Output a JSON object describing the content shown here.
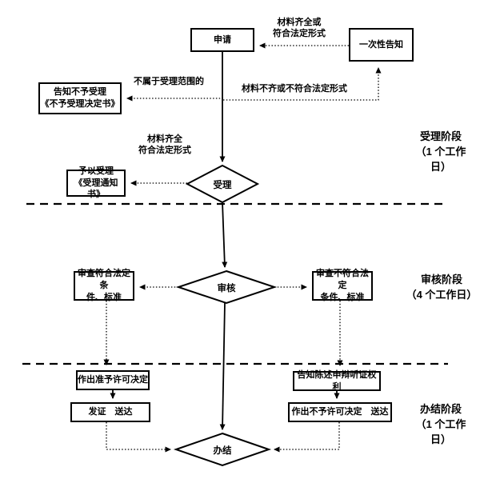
{
  "flowchart": {
    "nodes": {
      "apply": "申请",
      "one_time_notice": "一次性告知",
      "reject_notice": "告知不予受理\n《不予受理决定书》",
      "accept_notice": "予以受理\n《受理通知书》",
      "accept_decision": "受理",
      "review_decision": "审核",
      "review_pass": "审查符合法定条\n件、标准",
      "review_fail": "审查不符合法定\n条件、标准",
      "grant_decision": "作出准予许可决定",
      "issue_deliver": "发证　送达",
      "hearing_rights": "告知陈述申辩听证权利",
      "deny_deliver": "作出不予许可决定　送达",
      "finish": "办结"
    },
    "edge_labels": {
      "materials_complete_or": "材料齐全或\n符合法定形式",
      "not_in_scope": "不属于受理范围的",
      "materials_incomplete": "材料不齐或不符合法定形式",
      "materials_complete": "材料齐全\n符合法定形式"
    },
    "stages": {
      "accept_stage": "受理阶段\n（1 个工作\n日）",
      "review_stage": "审核阶段\n（4 个工作日）",
      "finish_stage": "办结阶段\n（1 个工作\n日）"
    },
    "colors": {
      "line": "#000000",
      "background": "#ffffff"
    }
  }
}
